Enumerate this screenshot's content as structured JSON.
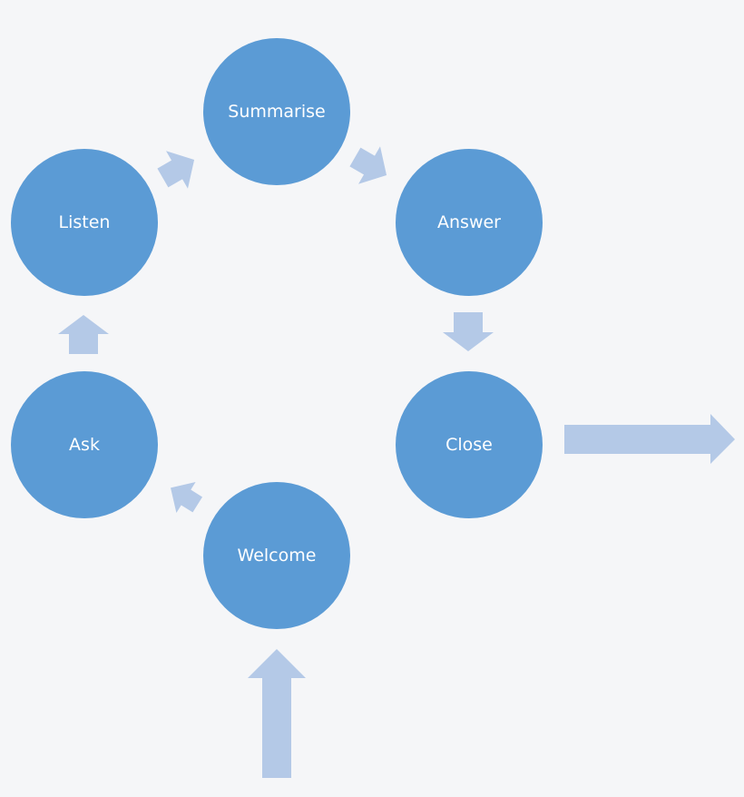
{
  "diagram": {
    "colors": {
      "background": "#f5f6f8",
      "node_fill": "#5b9bd5",
      "node_text": "#ffffff",
      "arrow_fill": "#b4c9e7"
    },
    "nodes": {
      "summarise": "Summarise",
      "listen": "Listen",
      "answer": "Answer",
      "ask": "Ask",
      "close": "Close",
      "welcome": "Welcome"
    },
    "edges": [
      {
        "from": "Welcome",
        "to": "Ask"
      },
      {
        "from": "Ask",
        "to": "Listen"
      },
      {
        "from": "Listen",
        "to": "Summarise"
      },
      {
        "from": "Summarise",
        "to": "Answer"
      },
      {
        "from": "Answer",
        "to": "Close"
      }
    ],
    "entry_arrow": {
      "to": "Welcome"
    },
    "exit_arrow": {
      "from": "Close"
    }
  }
}
